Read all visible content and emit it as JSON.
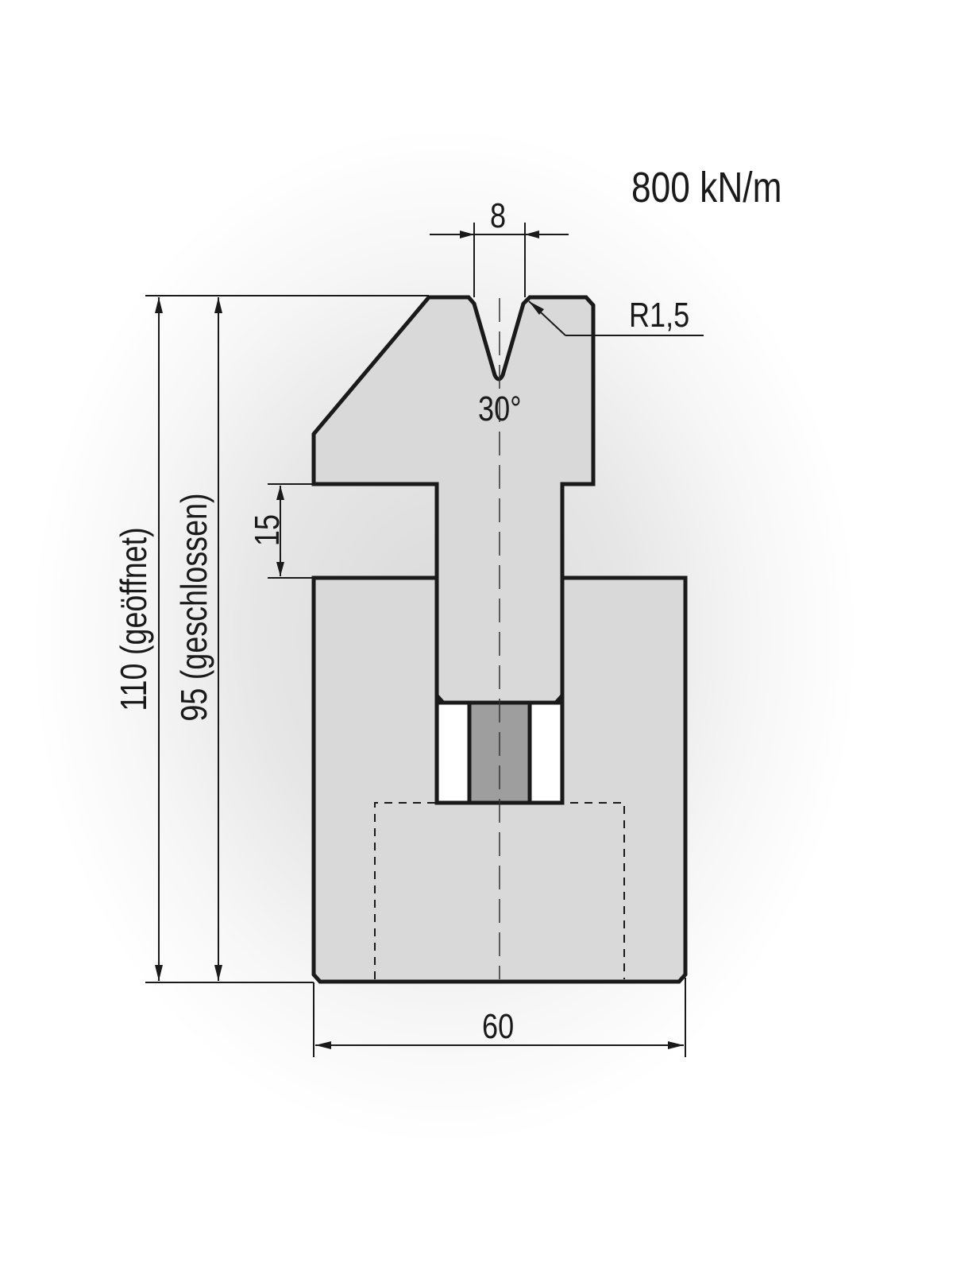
{
  "drawing": {
    "rating": "800 kN/m",
    "v_opening": "8",
    "radius": "R1,5",
    "v_angle": "30°",
    "height_open": "110 (geöffnet)",
    "height_closed": "95 (geschlossen)",
    "slot_height": "15",
    "width": "60"
  },
  "colors": {
    "body_fill": "#d9d9d9",
    "outline": "#1a1a1a",
    "spring_fill": "#9e9e9e",
    "pocket_fill": "#ffffff"
  }
}
